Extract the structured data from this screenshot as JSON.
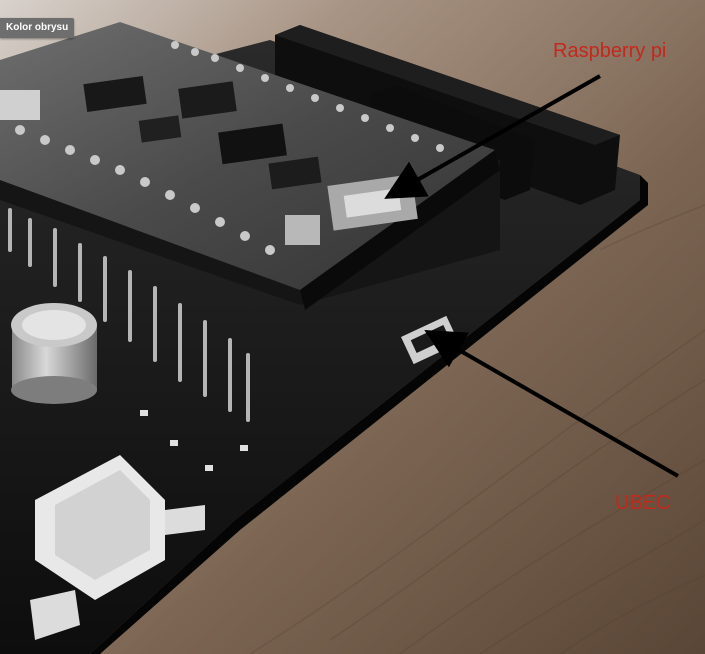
{
  "tooltip": {
    "text": "Kolor obrysu"
  },
  "annotations": {
    "raspberry_pi": "Raspberry pi",
    "ubec": "UBEC"
  },
  "colors": {
    "annotation_text": "#c4281c",
    "arrow": "#000000",
    "tooltip_bg": "#6e6e6e",
    "wood": "#7a6655",
    "board": "#141414"
  }
}
